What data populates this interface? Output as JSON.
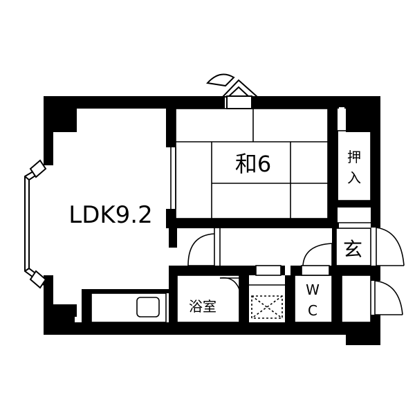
{
  "floor_plan": {
    "colors": {
      "wall": "#000000",
      "background": "#ffffff",
      "line": "#000000",
      "dashed_line": "#000000"
    },
    "rooms": {
      "ldk": {
        "label": "LDK9.2"
      },
      "washitsu": {
        "label": "和6"
      },
      "oshiire_top": {
        "label": "押"
      },
      "oshiire_bottom": {
        "label": "入"
      },
      "genkan": {
        "label": "玄"
      },
      "bathroom": {
        "label": "浴室"
      },
      "wc_top": {
        "label": "W"
      },
      "wc_bottom": {
        "label": "C"
      }
    }
  }
}
